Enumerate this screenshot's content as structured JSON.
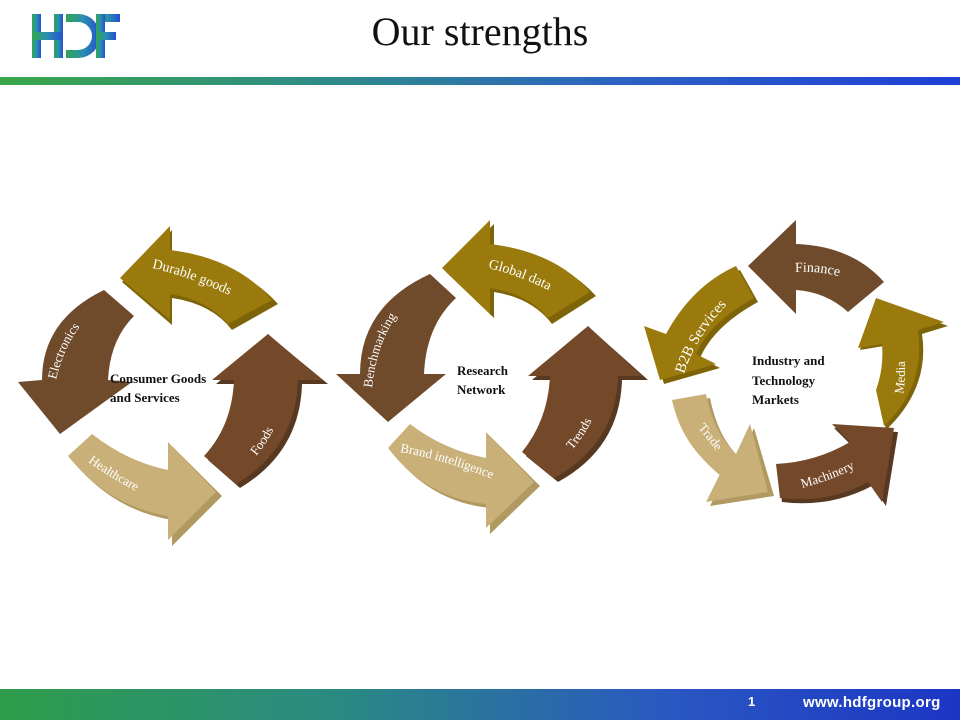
{
  "slide": {
    "title": "Our strengths",
    "page_number": "1",
    "website": "www.hdfgroup.org",
    "logo_text": "HDF"
  },
  "colors": {
    "dark_brown": "#6f4a2b",
    "golden": "#9a7a0c",
    "tan": "#c8b078",
    "accent_blue": "#1f3fd6",
    "accent_green": "#3aa64a"
  },
  "cycles": [
    {
      "center_label_lines": [
        "Consumer Goods",
        "and Services"
      ],
      "arrows": [
        "Durable goods",
        "Foods",
        "Healthcare",
        "Electronics"
      ]
    },
    {
      "center_label_lines": [
        "Research",
        "Network"
      ],
      "arrows": [
        "Global data",
        "Trends",
        "Brand intelligence",
        "Benchmarking"
      ]
    },
    {
      "center_label_lines": [
        "Industry and",
        "Technology",
        "Markets"
      ],
      "arrows": [
        "Finance",
        "Media",
        "Machinery",
        "Trade",
        "B2B Services"
      ]
    }
  ]
}
